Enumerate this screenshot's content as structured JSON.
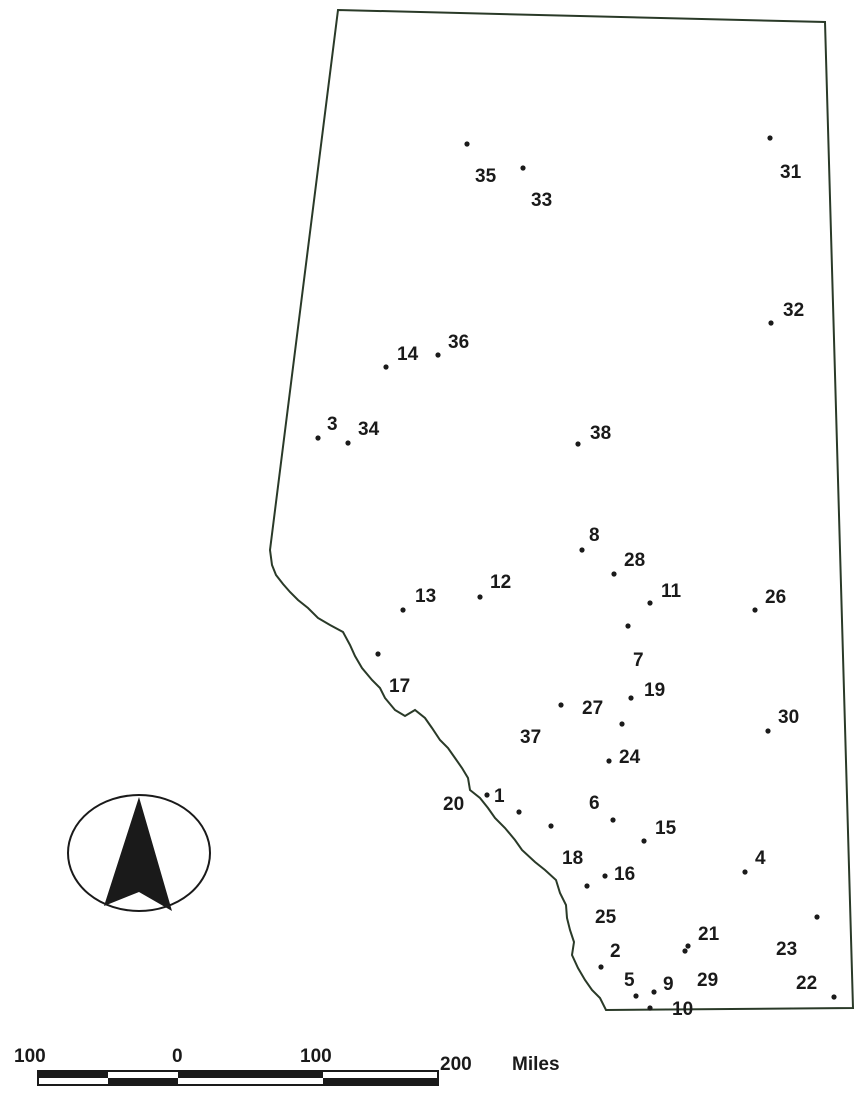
{
  "sites": [
    {
      "label": "1"
    },
    {
      "label": "2"
    },
    {
      "label": "3"
    },
    {
      "label": "4"
    },
    {
      "label": "5"
    },
    {
      "label": "6"
    },
    {
      "label": "7"
    },
    {
      "label": "8"
    },
    {
      "label": "9"
    },
    {
      "label": "10"
    },
    {
      "label": "11"
    },
    {
      "label": "12"
    },
    {
      "label": "13"
    },
    {
      "label": "14"
    },
    {
      "label": "15"
    },
    {
      "label": "16"
    },
    {
      "label": "17"
    },
    {
      "label": "18"
    },
    {
      "label": "19"
    },
    {
      "label": "20"
    },
    {
      "label": "21"
    },
    {
      "label": "22"
    },
    {
      "label": "23"
    },
    {
      "label": "24"
    },
    {
      "label": "25"
    },
    {
      "label": "26"
    },
    {
      "label": "27"
    },
    {
      "label": "28"
    },
    {
      "label": "29"
    },
    {
      "label": "30"
    },
    {
      "label": "31"
    },
    {
      "label": "32"
    },
    {
      "label": "33"
    },
    {
      "label": "34"
    },
    {
      "label": "35"
    },
    {
      "label": "36"
    },
    {
      "label": "37"
    },
    {
      "label": "38"
    }
  ],
  "scale": {
    "ticks": [
      "100",
      "0",
      "100",
      "200"
    ],
    "unit": "Miles"
  },
  "icons": {
    "north_arrow": "north-arrow-icon"
  },
  "colors": {
    "ink": "#1a1a1a",
    "border": "#2a3a28",
    "background": "#ffffff"
  }
}
